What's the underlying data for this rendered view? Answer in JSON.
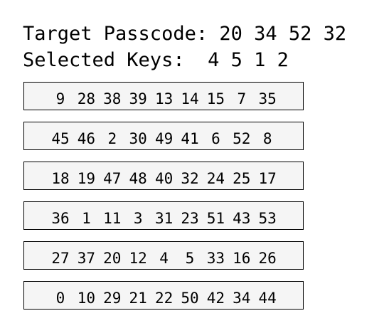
{
  "header": {
    "target_label": "Target Passcode:",
    "target_values": "20 34 52 32",
    "selected_label": "Selected Keys:",
    "selected_values": "4 5 1 2"
  },
  "keypad": {
    "rows": [
      [
        "9",
        "28",
        "38",
        "39",
        "13",
        "14",
        "15",
        "7",
        "35"
      ],
      [
        "45",
        "46",
        "2",
        "30",
        "49",
        "41",
        "6",
        "52",
        "8"
      ],
      [
        "18",
        "19",
        "47",
        "48",
        "40",
        "32",
        "24",
        "25",
        "17"
      ],
      [
        "36",
        "1",
        "11",
        "3",
        "31",
        "23",
        "51",
        "43",
        "53"
      ],
      [
        "27",
        "37",
        "20",
        "12",
        "4",
        "5",
        "33",
        "16",
        "26"
      ],
      [
        "0",
        "10",
        "29",
        "21",
        "22",
        "50",
        "42",
        "34",
        "44"
      ]
    ]
  }
}
